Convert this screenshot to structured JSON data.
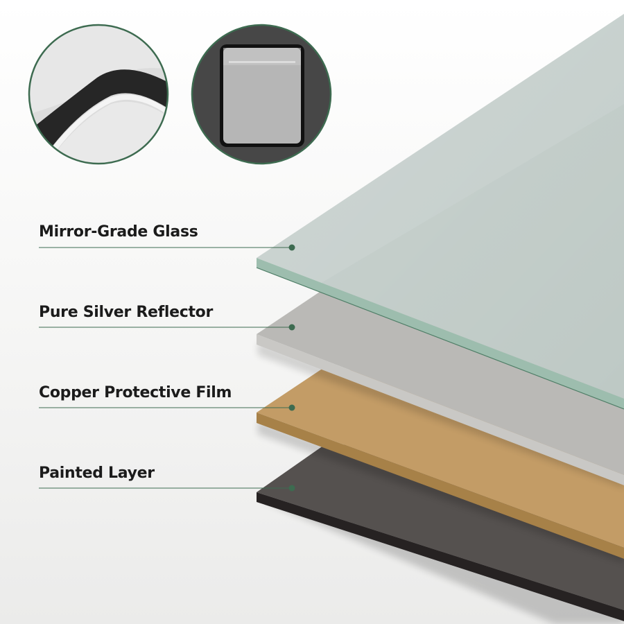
{
  "layers": [
    {
      "label": "Mirror-Grade Glass",
      "color": "#c3cecb"
    },
    {
      "label": "Pure Silver Reflector",
      "color": "#b9b8b5"
    },
    {
      "label": "Copper Protective Film",
      "color": "#c29c66"
    },
    {
      "label": "Painted Layer",
      "color": "#514d4b"
    }
  ],
  "accent_color": "#3d6b50",
  "detail_images": [
    {
      "icon": "mirror-corner-closeup"
    },
    {
      "icon": "framed-mirror-thumbnail"
    }
  ]
}
